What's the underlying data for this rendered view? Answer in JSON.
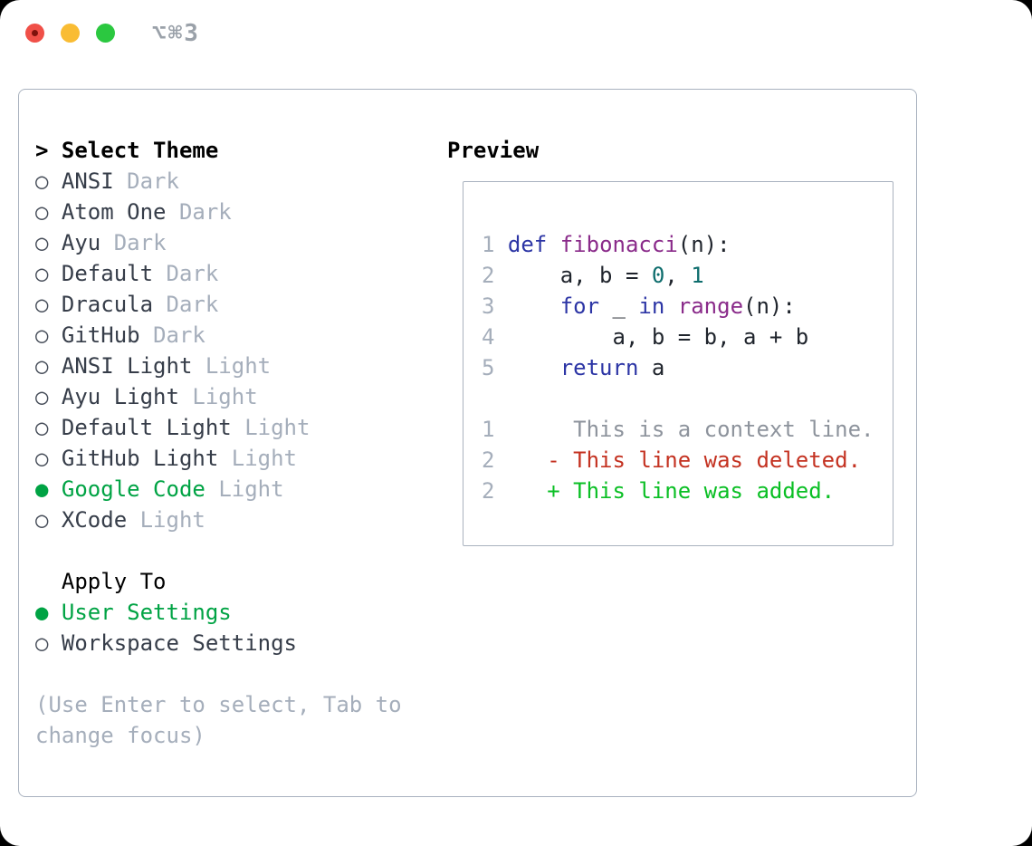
{
  "window": {
    "shortcut_label": "⌥⌘3"
  },
  "markers": {
    "selected": "●",
    "unselected": "○",
    "cursor": ">"
  },
  "left": {
    "title": "Select Theme",
    "themes": [
      {
        "name": "ANSI",
        "variant": "Dark",
        "selected": false
      },
      {
        "name": "Atom One",
        "variant": "Dark",
        "selected": false
      },
      {
        "name": "Ayu",
        "variant": "Dark",
        "selected": false
      },
      {
        "name": "Default",
        "variant": "Dark",
        "selected": false
      },
      {
        "name": "Dracula",
        "variant": "Dark",
        "selected": false
      },
      {
        "name": "GitHub",
        "variant": "Dark",
        "selected": false
      },
      {
        "name": "ANSI Light",
        "variant": "Light",
        "selected": false
      },
      {
        "name": "Ayu Light",
        "variant": "Light",
        "selected": false
      },
      {
        "name": "Default Light",
        "variant": "Light",
        "selected": false
      },
      {
        "name": "GitHub Light",
        "variant": "Light",
        "selected": false
      },
      {
        "name": "Google Code",
        "variant": "Light",
        "selected": true
      },
      {
        "name": "XCode",
        "variant": "Light",
        "selected": false
      }
    ],
    "apply_title": "Apply To",
    "apply_options": [
      {
        "name": "User Settings",
        "selected": true
      },
      {
        "name": "Workspace Settings",
        "selected": false
      }
    ],
    "hint_lines": [
      "(Use Enter to select, Tab to",
      "change focus)"
    ]
  },
  "preview": {
    "title": "Preview",
    "lines": [
      [],
      [
        [
          "1",
          "num"
        ],
        [
          " ",
          "pln"
        ],
        [
          "def",
          "kwd"
        ],
        [
          " ",
          "pln"
        ],
        [
          "fibonacci",
          "typ"
        ],
        [
          "(n):",
          "pln"
        ]
      ],
      [
        [
          "2",
          "num"
        ],
        [
          "     a, b = ",
          "pln"
        ],
        [
          "0",
          "lit"
        ],
        [
          ", ",
          "pln"
        ],
        [
          "1",
          "lit"
        ]
      ],
      [
        [
          "3",
          "num"
        ],
        [
          "     ",
          "pln"
        ],
        [
          "for",
          "kwd"
        ],
        [
          " _ ",
          "pln"
        ],
        [
          "in",
          "kwd"
        ],
        [
          " ",
          "pln"
        ],
        [
          "range",
          "typ"
        ],
        [
          "(n):",
          "pln"
        ]
      ],
      [
        [
          "4",
          "num"
        ],
        [
          "         a, b = b, a + b",
          "pln"
        ]
      ],
      [
        [
          "5",
          "num"
        ],
        [
          "     ",
          "pln"
        ],
        [
          "return",
          "kwd"
        ],
        [
          " a",
          "pln"
        ]
      ],
      [],
      [
        [
          "1",
          "num"
        ],
        [
          "      This is a context line.",
          "ctx"
        ]
      ],
      [
        [
          "2",
          "num"
        ],
        [
          "    ",
          "pln"
        ],
        [
          "- This line was deleted.",
          "del"
        ]
      ],
      [
        [
          "2",
          "num"
        ],
        [
          "    ",
          "pln"
        ],
        [
          "+ This line was added.",
          "add"
        ]
      ]
    ]
  },
  "colors": {
    "accent_green": "#00a344",
    "muted_gray": "#a5aebb",
    "text_dark": "#363d49",
    "panel_border": "#a9b2bf",
    "code_keyword": "#2c35a5",
    "code_function": "#8a2b8a",
    "code_literal": "#0e6d6d",
    "code_plain": "#1f242c",
    "diff_context": "#8d939c",
    "diff_deleted": "#c43221",
    "diff_added": "#0abf24",
    "traffic_red": "#f05048",
    "traffic_yellow": "#f9bc33",
    "traffic_green": "#2bc840"
  }
}
